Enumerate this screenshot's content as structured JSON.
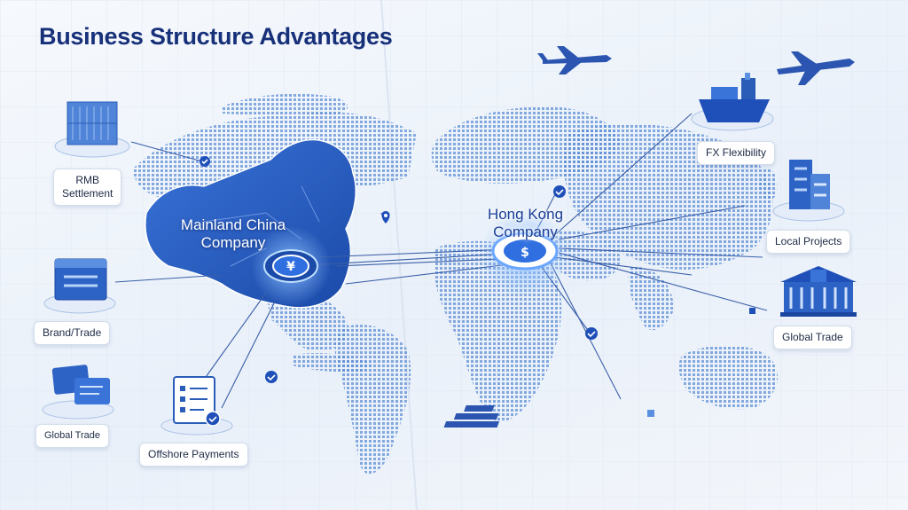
{
  "title": "Business Structure Advantages",
  "hubs": {
    "mainland": {
      "line1": "Mainland China",
      "line2": "Company",
      "icon": "yuan-icon"
    },
    "hongkong": {
      "line1": "Hong Kong",
      "line2": "Company",
      "icon": "hk-dollar-icon"
    }
  },
  "labels": {
    "rmb": {
      "line1": "RMB",
      "line2": "Settlement"
    },
    "brand": "Brand/Trade",
    "global_left": "Global Trade",
    "offshore": "Offshore Payments",
    "fx": "FX Flexibility",
    "local": "Local Projects",
    "global_right": "Global Trade"
  },
  "colors": {
    "primary": "#1f4fb8",
    "accent": "#2f6fe0",
    "title": "#17307a"
  }
}
